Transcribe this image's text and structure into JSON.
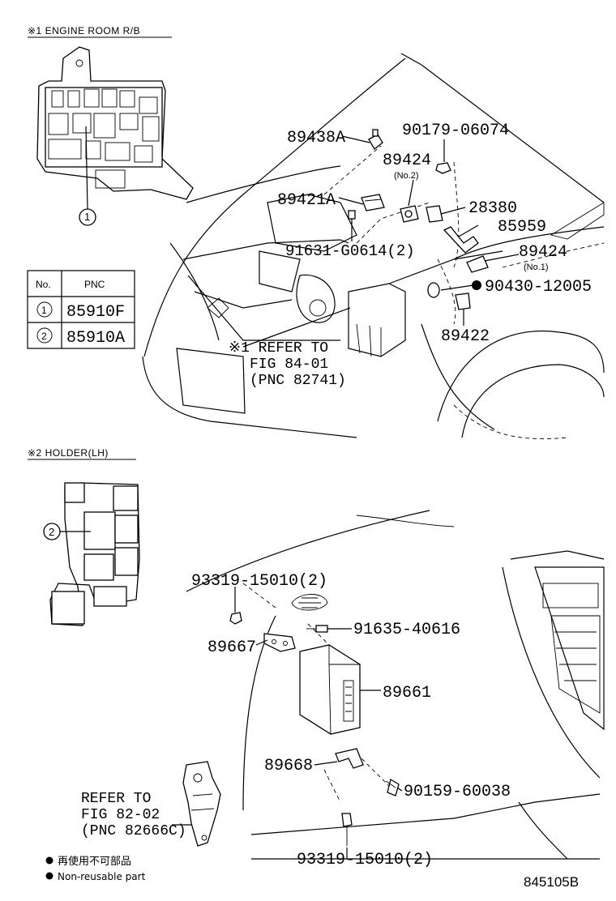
{
  "sections": {
    "engine_room_header": "※1  ENGINE ROOM R/B",
    "holder_header": "※2  HOLDER(LH)"
  },
  "table": {
    "col_no": "No.",
    "col_pnc": "PNC",
    "rows": [
      {
        "no": "1",
        "pnc": "85910F"
      },
      {
        "no": "2",
        "pnc": "85910A"
      }
    ]
  },
  "callouts": {
    "c1": "1",
    "c2": "2"
  },
  "parts_top": {
    "p89438A": "89438A",
    "p90179": "90179-06074",
    "p89424a": "89424",
    "p89424a_sub": "(No.2)",
    "p89421A": "89421A",
    "p28380": "28380",
    "p85959": "85959",
    "p91631": "91631-G0614(2)",
    "p89424b": "89424",
    "p89424b_sub": "(No.1)",
    "p90430": "90430-12005",
    "p89422": "89422",
    "refer1_a": "※1 REFER TO",
    "refer1_b": "FIG 84-01",
    "refer1_c": "(PNC 82741)"
  },
  "parts_bottom": {
    "p93319a": "93319-15010(2)",
    "p91635": "91635-40616",
    "p89667": "89667",
    "p89661": "89661",
    "p89668": "89668",
    "p90159": "90159-60038",
    "p93319b": "93319-15010(2)",
    "refer2_a": "REFER TO",
    "refer2_b": "FIG 82-02",
    "refer2_c": "(PNC 82666C)"
  },
  "legend": {
    "jp": "再使用不可部品",
    "en": "Non-reusable part"
  },
  "figure_id": "845105B"
}
